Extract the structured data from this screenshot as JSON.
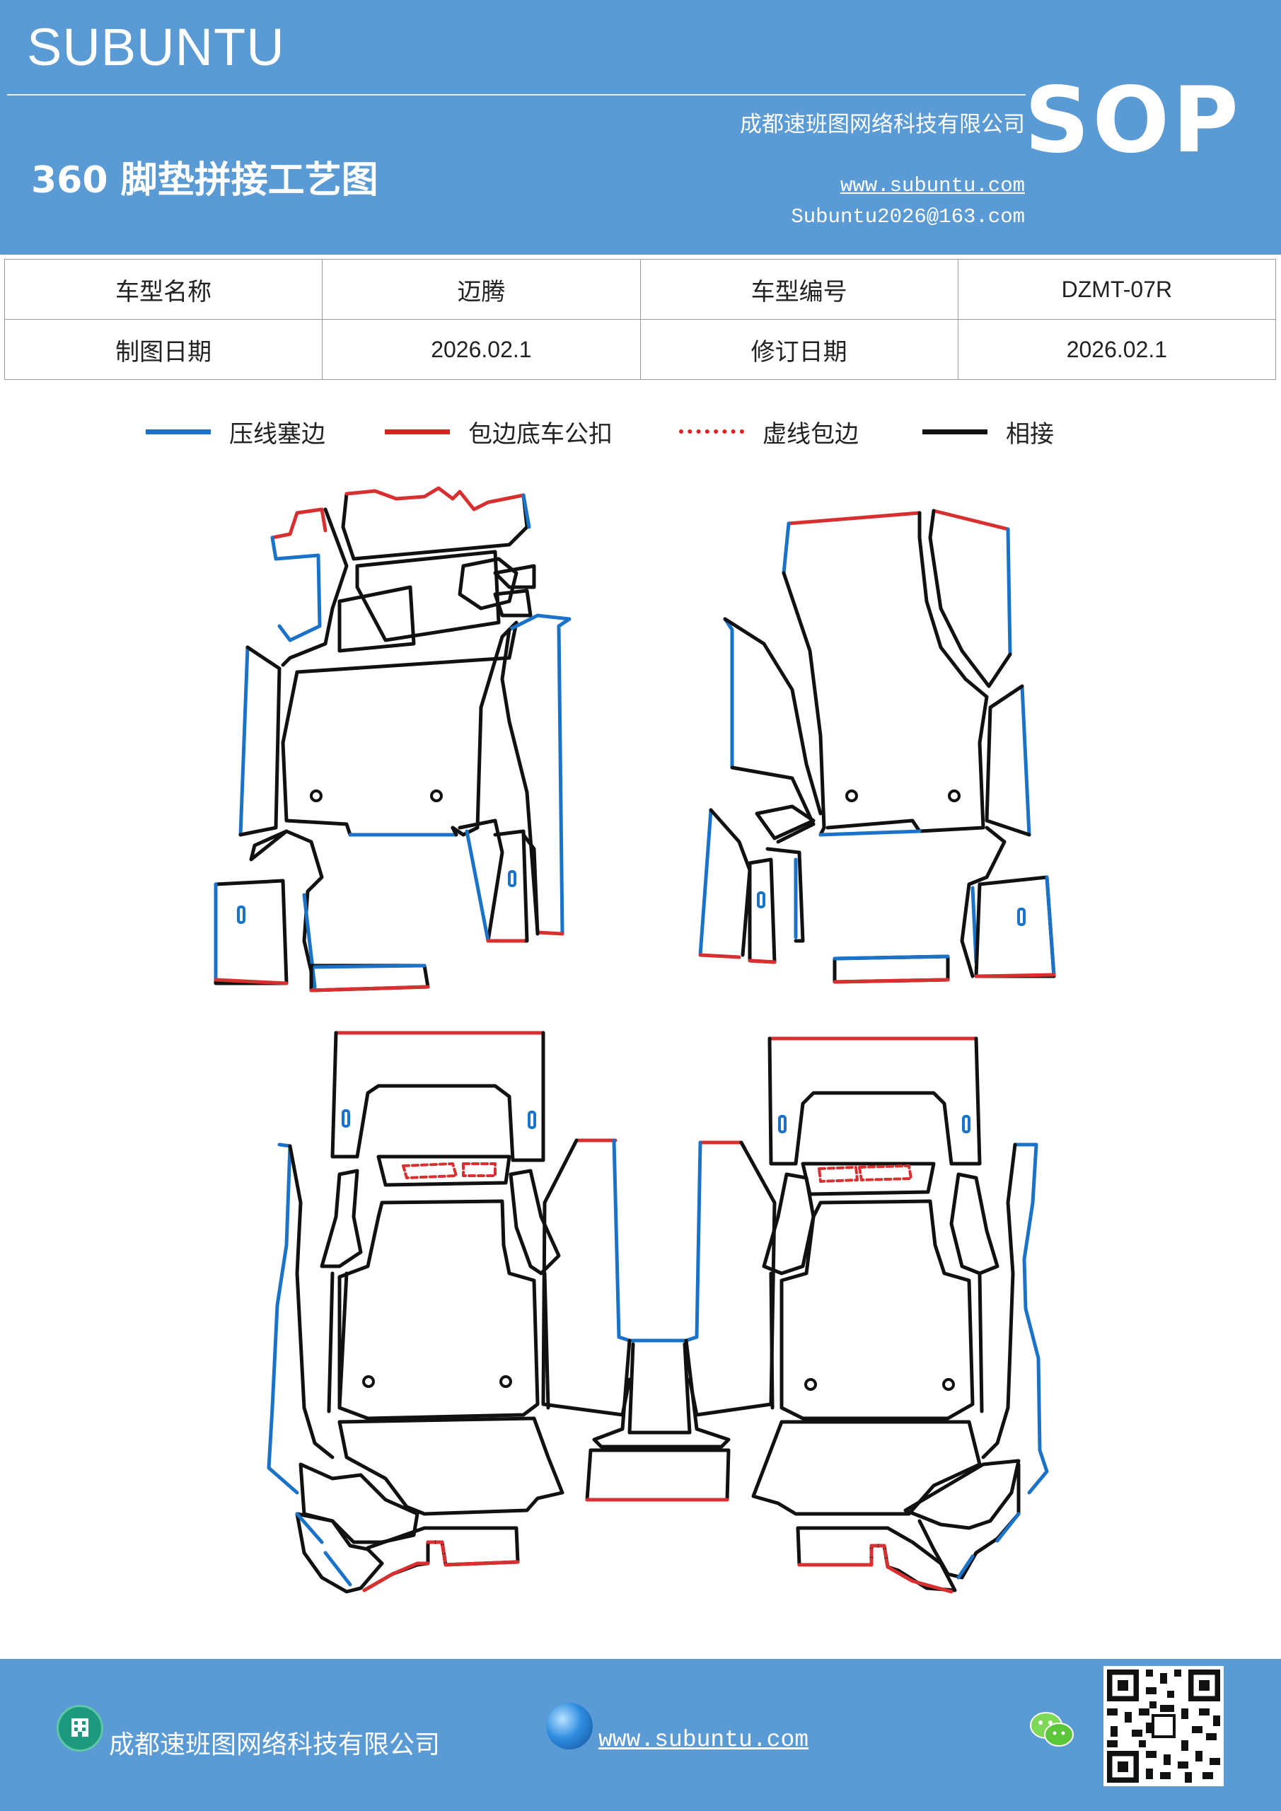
{
  "header": {
    "brand": "SUBUNTU",
    "company": "成都速班图网络科技有限公司",
    "title": "360 脚垫拼接工艺图",
    "website": "www.subuntu.com",
    "email": "Subuntu2026@163.com",
    "badge": "SOP"
  },
  "info_table": {
    "model_name_label": "车型名称",
    "model_name_value": "迈腾",
    "model_code_label": "车型编号",
    "model_code_value": "DZMT-07R",
    "draw_date_label": "制图日期",
    "draw_date_value": "2026.02.1",
    "revise_date_label": "修订日期",
    "revise_date_value": "2026.02.1"
  },
  "legend": [
    {
      "label": "压线塞边",
      "color": "#1a73c8",
      "style": "solid"
    },
    {
      "label": "包边底车公扣",
      "color": "#e02020",
      "style": "solid"
    },
    {
      "label": "虚线包边",
      "color": "#e02020",
      "style": "dashed"
    },
    {
      "label": "相接",
      "color": "#111111",
      "style": "solid"
    }
  ],
  "colors": {
    "header_bg": "#5b9bd5",
    "blue_edge": "#1a73c8",
    "red_edge": "#d83030",
    "black_edge": "#111111"
  },
  "footer": {
    "company": "成都速班图网络科技有限公司",
    "website": "www.subuntu.com",
    "company_icon": "building-icon",
    "website_icon": "globe-icon",
    "social_icon": "wechat-icon"
  }
}
